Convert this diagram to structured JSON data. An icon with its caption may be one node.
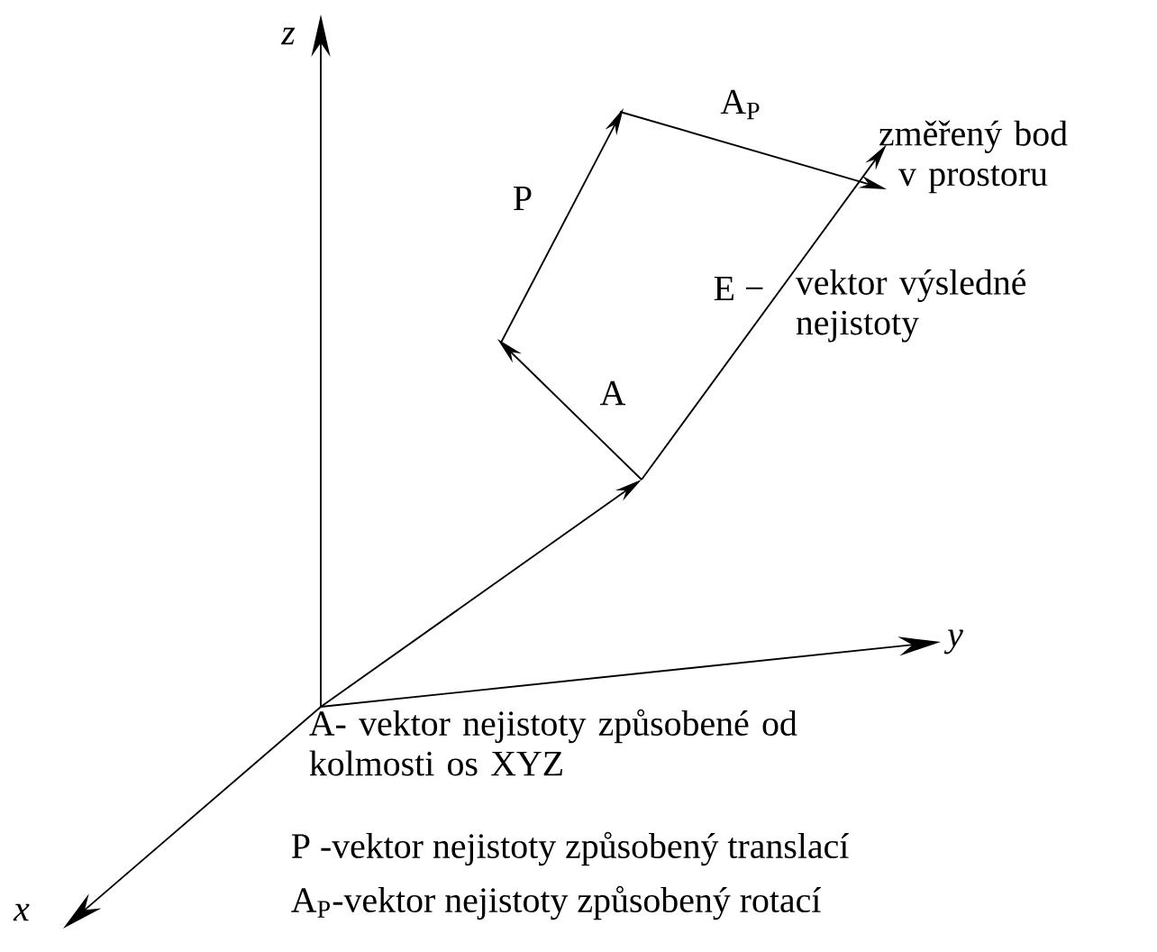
{
  "diagram": {
    "labels": [
      "z",
      "A$_{P}$",
      "změřený bod v prostoru",
      "P",
      "E −",
      "vektor výsledné nejistoty",
      "A",
      "y",
      "A- vektor nejistoty způsobené od kolmosti os XYZ",
      "x",
      "P -vektor nejistoty způsobený translací",
      "A$_{P}$-vektor nejistoty způsobený rotací"
    ]
  }
}
